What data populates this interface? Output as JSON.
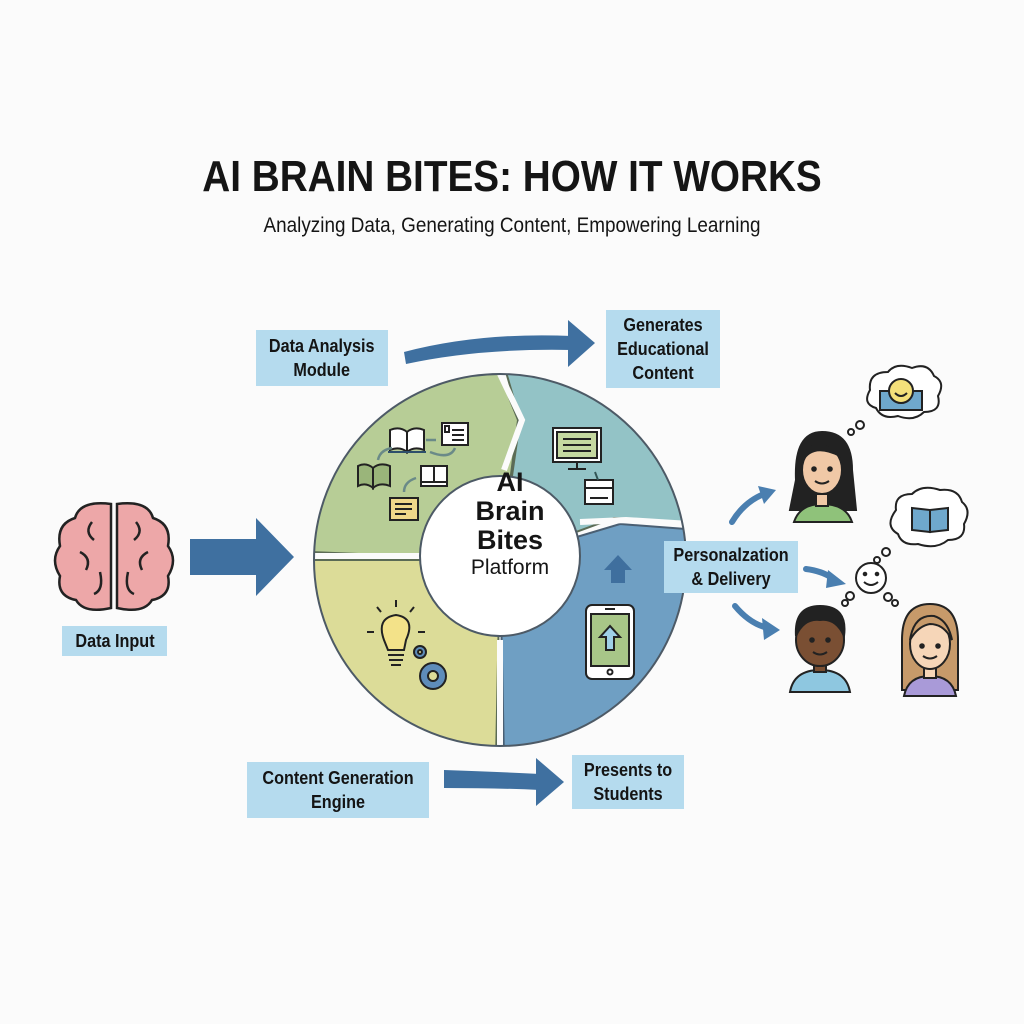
{
  "header": {
    "title": "AI BRAIN BITES: HOW IT WORKS",
    "subtitle": "Analyzing Data, Generating Content, Empowering Learning"
  },
  "hub": {
    "line1": "AI",
    "line2": "Brain",
    "line3": "Bites",
    "line4": "Platform"
  },
  "labels": {
    "data_input": "Data Input",
    "data_analysis": [
      "Data Analysis",
      "Module"
    ],
    "generates_content": [
      "Generates",
      "Educational",
      "Content"
    ],
    "personalization": [
      "Personalzation",
      "& Delivery"
    ],
    "content_engine": [
      "Content Generation",
      "Engine"
    ],
    "presents": [
      "Presents to",
      "Students"
    ]
  },
  "segments": [
    {
      "name": "data-analysis-segment",
      "color": "#b7cd96",
      "icons": [
        "open-book-icon",
        "document-icon",
        "open-book-icon",
        "book-icon",
        "note-card-icon"
      ]
    },
    {
      "name": "content-generation-output-segment",
      "color": "#93c3c6",
      "icons": [
        "monitor-icon",
        "browser-window-icon"
      ]
    },
    {
      "name": "delivery-segment",
      "color": "#6f9fc3",
      "icons": [
        "upload-arrow-icon",
        "tablet-icon"
      ]
    },
    {
      "name": "content-engine-segment",
      "color": "#dcdc98",
      "icons": [
        "lightbulb-icon",
        "gear-icon"
      ]
    }
  ],
  "students": [
    {
      "name": "student-girl-dark-hair",
      "shirt": "#8fc27a",
      "thought": "smiley-screen-icon"
    },
    {
      "name": "student-boy",
      "shirt": "#8ec7e0",
      "thought": "open-book-icon"
    },
    {
      "name": "student-girl-light-hair",
      "shirt": "#a99ad8"
    }
  ],
  "colors": {
    "arrow": "#3f70a0",
    "label_bg": "#b5dbee",
    "brain": "#eda7a8"
  }
}
